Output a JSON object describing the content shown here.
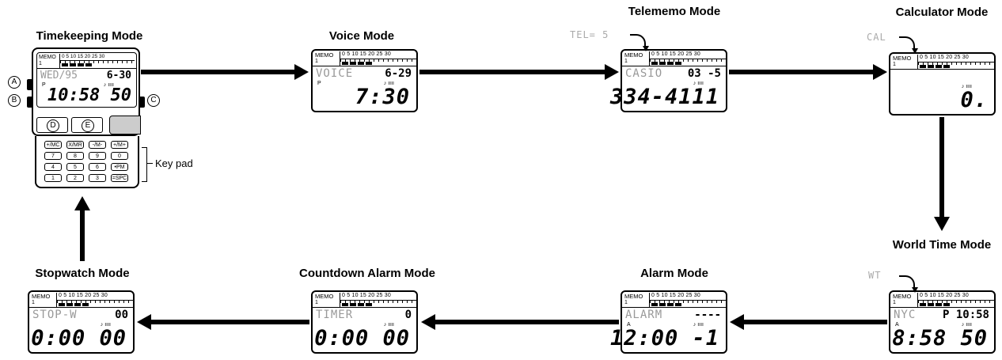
{
  "modes": {
    "timekeeping": {
      "title": "Timekeeping Mode",
      "top": "WED/95",
      "topr": "6-30",
      "ind": "P",
      "big": "10:58 50"
    },
    "voice": {
      "title": "Voice Mode",
      "top": "VOICE",
      "topr": "6-29",
      "ind": "P",
      "big": "7:30"
    },
    "telememo": {
      "title": "Telememo Mode",
      "label": "TEL= 5",
      "top": "CASIO",
      "topr": "03 -5",
      "ind": "",
      "big": "334-4111"
    },
    "calculator": {
      "title": "Calculator Mode",
      "label": "CAL",
      "top": "",
      "topr": "",
      "ind": "",
      "big": "0."
    },
    "worldtime": {
      "title": "World Time Mode",
      "label": "WT",
      "top": "NYC",
      "topr": "P 10:58",
      "ind": "A",
      "big": "8:58 50"
    },
    "alarm": {
      "title": "Alarm Mode",
      "top": "ALARM",
      "topr": "----",
      "ind": "A",
      "big": "12:00 -1"
    },
    "countdown": {
      "title": "Countdown Alarm Mode",
      "top": "TIMER",
      "topr": "0",
      "ind": "",
      "big": "0:00 00"
    },
    "stopwatch": {
      "title": "Stopwatch Mode",
      "top": "STOP-W",
      "topr": "00",
      "ind": "",
      "big": "0:00 00"
    }
  },
  "lcd": {
    "memo": "MEMO",
    "memo_num": "1",
    "scale": "0  5  10  15  20  25 30"
  },
  "watch": {
    "btn_a": "A",
    "btn_b": "B",
    "btn_c": "C",
    "btn_d": "D",
    "btn_e": "E",
    "keypad_label": "Key pad",
    "keys": [
      "+/MC",
      "X/MR",
      "-/M-",
      "+/M+",
      "7",
      "8",
      "9",
      "0",
      "4",
      "5",
      "6",
      "•PM",
      "1",
      "2",
      "3",
      "=SPC"
    ]
  }
}
